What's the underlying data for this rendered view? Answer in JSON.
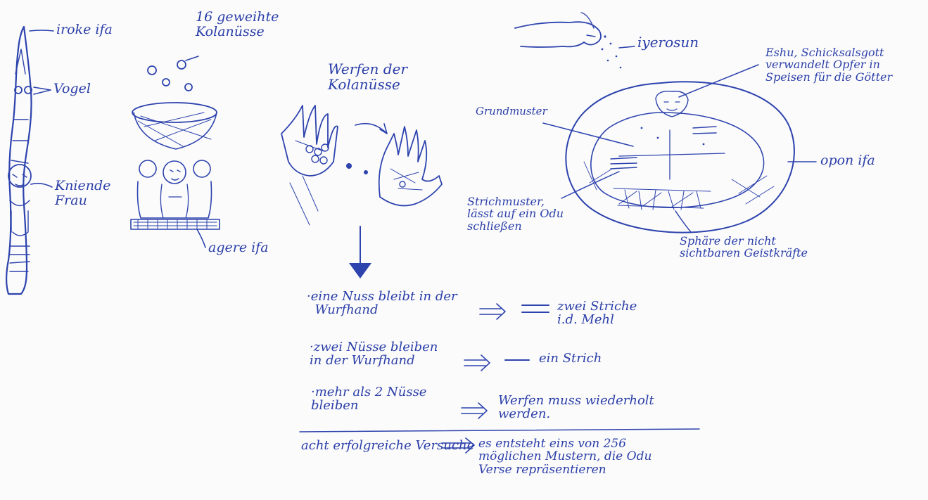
{
  "labels": {
    "iroke": "iroke ifa",
    "vogel": "Vogel",
    "kniende": "Kniende\nFrau",
    "kolanusse": "16 geweihte\nKolanüsse",
    "agere": "agere ifa",
    "werfen": "Werfen der\nKolanüsse",
    "iyerosun": "iyerosun",
    "eshu": "Eshu, Schicksalsgott\nverwandelt Opfer in\nSpeisen für die Götter",
    "grundmuster": "Grundmuster",
    "opon": "opon ifa",
    "strichmuster": "Strichmuster,\nlässt auf ein Odu\nschließen",
    "sphaere": "Sphäre der nicht\nsichtbaren Geistkräfte"
  },
  "rules": [
    {
      "condition": "·eine Nuss bleibt in der\n  Wurfhand",
      "result": "zwei Striche\ni.d. Mehl"
    },
    {
      "condition": "·zwei Nüsse bleiben\nin der Wurfhand",
      "result": "ein Strich"
    },
    {
      "condition": "·mehr als 2 Nüsse\nbleiben",
      "result": "Werfen muss wiederholt\nwerden."
    }
  ],
  "summary": {
    "left": "acht erfolgreiche Versuche",
    "right": "es entsteht eins von 256\nmöglichen Mustern, die Odu\nVerse repräsentieren"
  }
}
